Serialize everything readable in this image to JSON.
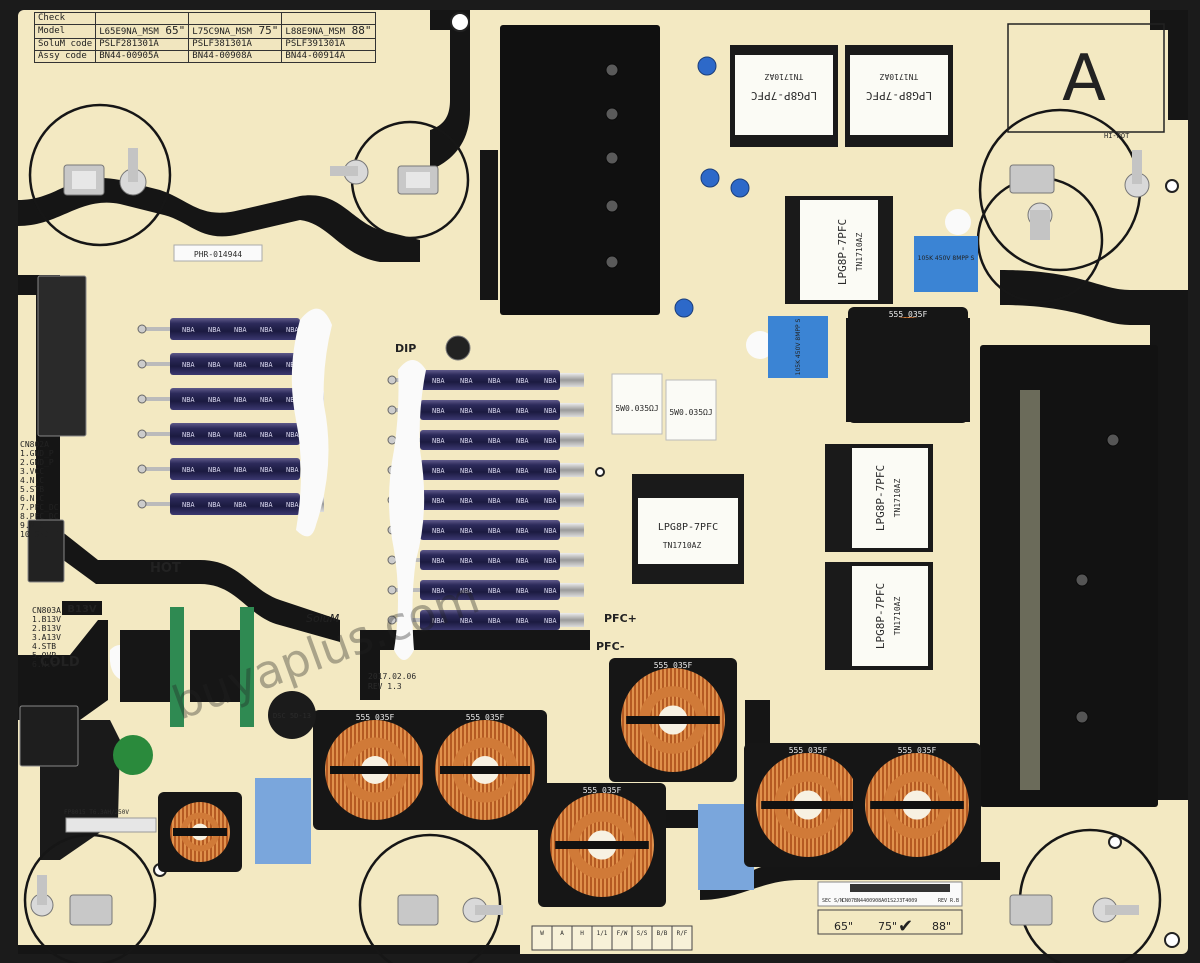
{
  "header_table": {
    "rows": [
      [
        "Check",
        "",
        "",
        ""
      ],
      [
        "Model",
        "L65E9NA_MSM",
        "L75C9NA_MSM",
        "L88E9NA_MSM"
      ],
      [
        "SoluM code",
        "PSLF281301A",
        "PSLF381301A",
        "PSLF391301A"
      ],
      [
        "Assy code",
        "BN44-00905A",
        "BN44-00908A",
        "BN44-00914A"
      ]
    ],
    "size_marks": [
      "65\"",
      "75\"",
      "88\""
    ]
  },
  "corner_letter": "A",
  "sticker_code": "PHR-014944",
  "silkscreen": {
    "hot": "HOT",
    "cold": "COLD",
    "b13v": "B13V",
    "dip": "DIP",
    "pfc_plus": "PFC+",
    "pfc_minus": "PFC-",
    "brand": "SoluM",
    "date": "2017.02.06",
    "rev": "REV 1.3",
    "hi_pot": "HI-POT"
  },
  "transformer_labels": [
    {
      "model": "LPG8P-7PFC",
      "code": "TN1710AZ"
    },
    {
      "model": "LPG8P-7PFC",
      "code": "TN1710AZ"
    },
    {
      "model": "LPG8P-7PFC",
      "code": "TN1710AZ"
    },
    {
      "model": "LPG8P-7PFC",
      "code": "TN1710AZ"
    },
    {
      "model": "LPG8P-7PFC",
      "code": "TN1710AZ"
    },
    {
      "model": "LPG8P-7PFC",
      "code": "TN1710AZ"
    }
  ],
  "inductor_marks": [
    "555 035F",
    "555 035F",
    "555 035F",
    "555 035F",
    "555 035F",
    "555 035F",
    "555 035F"
  ],
  "shunt_resistors": [
    "5W0.035ΩJ",
    "5W0.035ΩJ"
  ],
  "film_caps": [
    "105K 450V 8MPP S",
    "105K 450V 8MPP S"
  ],
  "varistor": "DSC 5D-13",
  "cap_brand": "NBA",
  "serial_strip": {
    "label": "SEC S/N",
    "value": "CN07BN4400908A01S2J3T4009",
    "rev": "REV R.B",
    "sizes": [
      "65\"",
      "75\"",
      "88\""
    ],
    "check": "✔"
  },
  "qc_grid": [
    "W",
    "A",
    "H",
    "1/1",
    "F/W",
    "S/S",
    "B/B",
    "R/F"
  ],
  "watermark": "buyaplus.com",
  "connector_legends": {
    "cn802a": [
      "CN802A",
      "1.GND_P",
      "2.GND_P",
      "3.VCC",
      "4.N.C",
      "5.STB",
      "6.N.C",
      "7.PFC_DC",
      "8.PFC_DC",
      "9.N.C",
      "10.GND_P"
    ],
    "cn803a": [
      "CN803A",
      "1.B13V",
      "2.B13V",
      "3.A13V",
      "4.STB",
      "5.OVP",
      "6.N.C"
    ]
  },
  "fuse_label": "FP8015 T6.3AH/250V"
}
